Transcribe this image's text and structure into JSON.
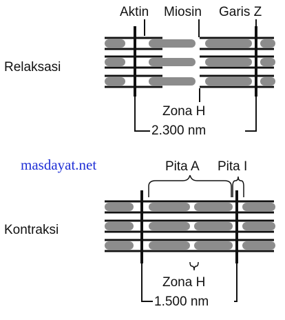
{
  "labels": {
    "aktin": "Aktin",
    "miosin": "Miosin",
    "garis_z": "Garis Z",
    "relaksasi": "Relaksasi",
    "zona_h_top": "Zona H",
    "length_relax": "2.300 nm",
    "watermark": "masdayat.net",
    "pita_a": "Pita A",
    "pita_i": "Pita I",
    "kontraksi": "Kontraksi",
    "zona_h_bottom": "Zona H",
    "length_contract": "1.500 nm"
  },
  "colors": {
    "line": "#111111",
    "myosin": "#8c8c8c",
    "watermark": "#1f2fd6"
  }
}
